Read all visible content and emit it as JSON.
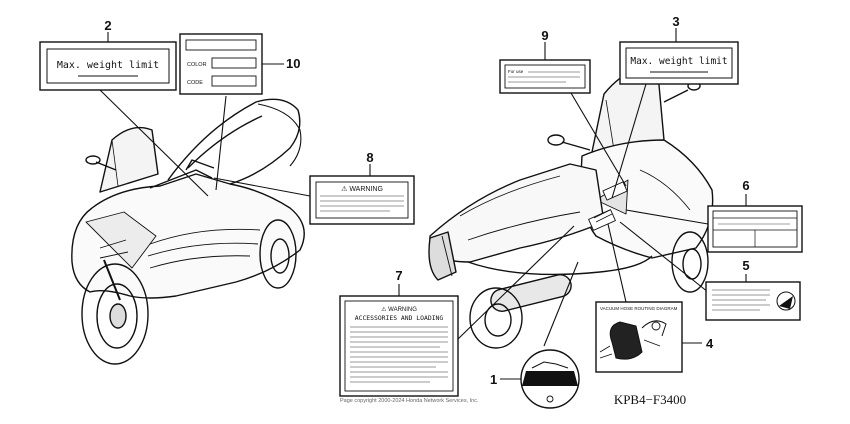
{
  "callouts": [
    "1",
    "2",
    "3",
    "4",
    "5",
    "6",
    "7",
    "8",
    "9",
    "10"
  ],
  "labels": {
    "max_weight": "Max. weight limit",
    "color": "COLOR",
    "code": "CODE",
    "warning": "⚠ WARNING",
    "warning_upper": "WARNING",
    "accessories": "ACCESSORIES AND LOADING",
    "vacuum": "VACUUM HOSE ROUTING DIAGRAM",
    "for_use": "For use"
  },
  "footer": {
    "copyright": "Page copyright 2000-2024 Honda Network Services, Inc.",
    "diagram_code": "KPB4−F3400"
  }
}
